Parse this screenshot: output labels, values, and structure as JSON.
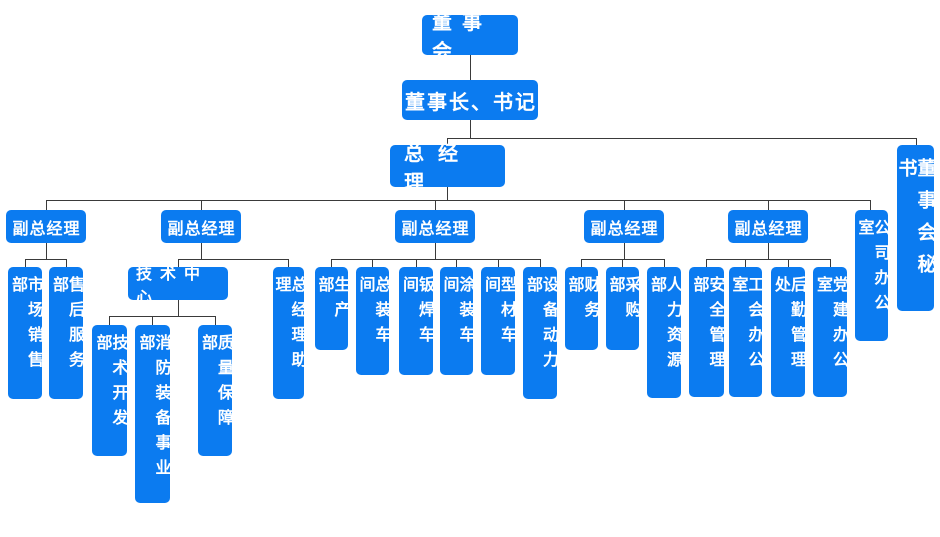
{
  "colors": {
    "box_fill": "#0b7bf0",
    "box_text": "#ffffff",
    "connector": "#3a3a3a",
    "background": "#ffffff"
  },
  "nodes": {
    "board": "董事会",
    "chairman_secretary": "董事长、书记",
    "general_manager": "总经理",
    "board_secretary": "董事会秘书",
    "deputy_gm_1": "副总经理",
    "deputy_gm_2": "副总经理",
    "deputy_gm_3": "副总经理",
    "deputy_gm_4": "副总经理",
    "deputy_gm_5": "副总经理",
    "company_office": "公司办公室",
    "marketing_sales": "市场销售部",
    "after_sales_service": "售后服务部",
    "tech_center": "技术中心",
    "gm_assistant": "总经理助理",
    "tech_development": "技术开发部",
    "fire_equipment_division": "消防装备事业部",
    "quality_assurance": "质量保障部",
    "production": "生产部",
    "final_assembly_workshop": "总装车间",
    "sheet_welding_workshop": "钣焊车间",
    "painting_workshop": "涂装车间",
    "profile_workshop": "型材车间",
    "equipment_power": "设备动力部",
    "finance": "财务部",
    "purchasing": "采购部",
    "human_resources": "人力资源部",
    "safety_management": "安全管理部",
    "union_office": "工会办公室",
    "logistics_management": "后勤管理处",
    "party_building_office": "党建办公室"
  },
  "edges": [
    [
      "board",
      "chairman_secretary"
    ],
    [
      "chairman_secretary",
      "general_manager"
    ],
    [
      "chairman_secretary",
      "board_secretary"
    ],
    [
      "general_manager",
      "deputy_gm_1"
    ],
    [
      "general_manager",
      "deputy_gm_2"
    ],
    [
      "general_manager",
      "deputy_gm_3"
    ],
    [
      "general_manager",
      "deputy_gm_4"
    ],
    [
      "general_manager",
      "deputy_gm_5"
    ],
    [
      "general_manager",
      "company_office"
    ],
    [
      "deputy_gm_1",
      "marketing_sales"
    ],
    [
      "deputy_gm_1",
      "after_sales_service"
    ],
    [
      "deputy_gm_2",
      "tech_center"
    ],
    [
      "deputy_gm_2",
      "gm_assistant"
    ],
    [
      "tech_center",
      "tech_development"
    ],
    [
      "tech_center",
      "fire_equipment_division"
    ],
    [
      "tech_center",
      "quality_assurance"
    ],
    [
      "deputy_gm_3",
      "production"
    ],
    [
      "deputy_gm_3",
      "final_assembly_workshop"
    ],
    [
      "deputy_gm_3",
      "sheet_welding_workshop"
    ],
    [
      "deputy_gm_3",
      "painting_workshop"
    ],
    [
      "deputy_gm_3",
      "profile_workshop"
    ],
    [
      "deputy_gm_3",
      "equipment_power"
    ],
    [
      "deputy_gm_4",
      "finance"
    ],
    [
      "deputy_gm_4",
      "purchasing"
    ],
    [
      "deputy_gm_4",
      "human_resources"
    ],
    [
      "deputy_gm_5",
      "safety_management"
    ],
    [
      "deputy_gm_5",
      "union_office"
    ],
    [
      "deputy_gm_5",
      "logistics_management"
    ],
    [
      "deputy_gm_5",
      "party_building_office"
    ]
  ]
}
